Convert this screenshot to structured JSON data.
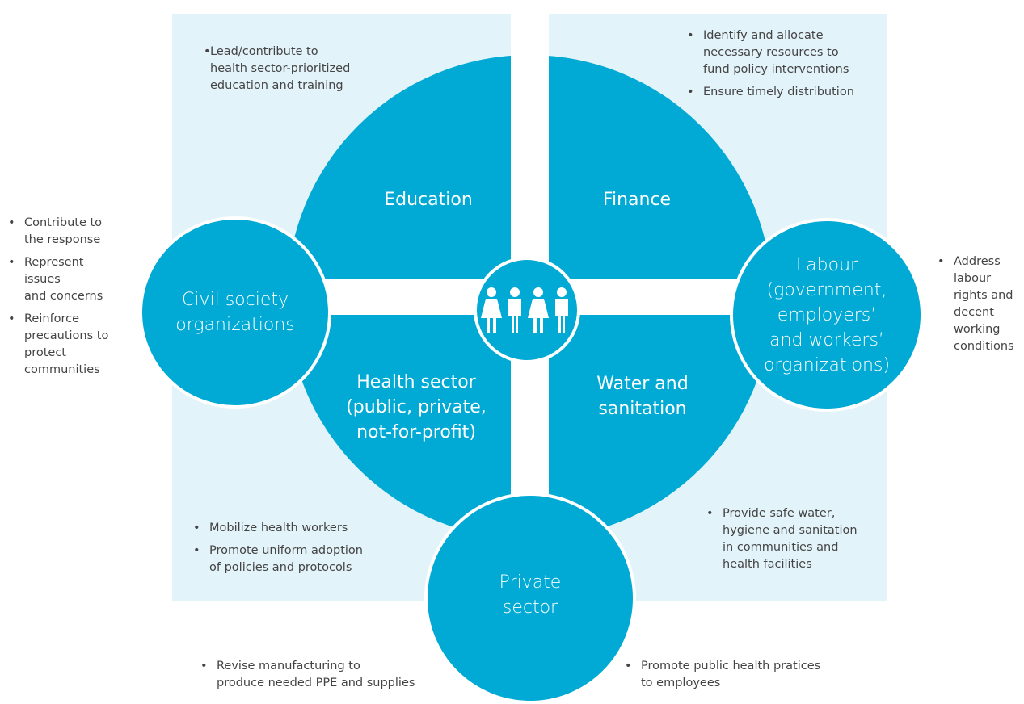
{
  "colors": {
    "circle": "#00aad4",
    "panel": "#e3f3fa",
    "text": "#444444",
    "white": "#ffffff"
  },
  "center": {
    "icon": "people-group-icon"
  },
  "quadrants": {
    "education": "Education",
    "finance": "Finance",
    "health": [
      "Health sector",
      "(public, private,",
      "not-for-profit)"
    ],
    "water": [
      "Water and",
      "sanitation"
    ]
  },
  "nodes": {
    "civil_society": [
      "Civil society",
      "organizations"
    ],
    "labour": [
      "Labour",
      "(government,",
      "employers’",
      "and workers’",
      "organizations)"
    ],
    "private_sector": [
      "Private",
      "sector"
    ]
  },
  "notes": {
    "education": [
      [
        "Lead/contribute to",
        "health sector-prioritized",
        "education and training"
      ]
    ],
    "finance": [
      [
        "Identify and allocate",
        "necessary resources to",
        "fund policy interventions"
      ],
      [
        "Ensure timely distribution"
      ]
    ],
    "civil_society": [
      [
        "Contribute to",
        "the response"
      ],
      [
        "Represent",
        "issues",
        "and concerns"
      ],
      [
        "Reinforce",
        "precautions to",
        "protect",
        "communities"
      ]
    ],
    "labour": [
      [
        "Address",
        "labour",
        "rights and",
        "decent",
        "working",
        "conditions"
      ]
    ],
    "health": [
      [
        "Mobilize health workers"
      ],
      [
        "Promote uniform adoption",
        "of policies and protocols"
      ]
    ],
    "water": [
      [
        "Provide safe water,",
        "hygiene and sanitation",
        "in communities and",
        "health facilities"
      ]
    ],
    "private_left": [
      [
        "Revise manufacturing to",
        "produce needed PPE and supplies"
      ]
    ],
    "private_right": [
      [
        "Promote public health pratices",
        "to employees"
      ]
    ]
  }
}
